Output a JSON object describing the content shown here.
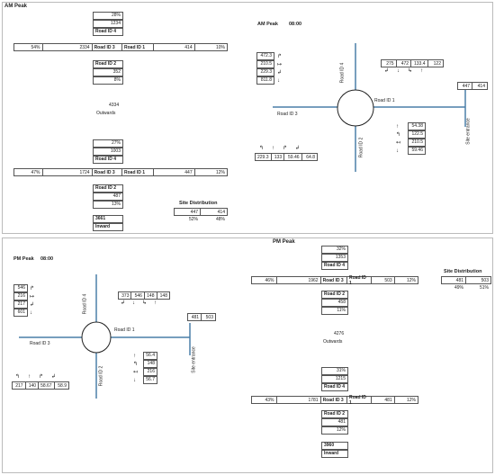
{
  "am": {
    "title": "AM Peak",
    "out": {
      "n4": [
        "28%",
        "1234"
      ],
      "n4_label": "Road ID 4",
      "w": [
        "54%",
        "2334"
      ],
      "w_label": "Road ID 3",
      "e_label": "Road ID 1",
      "e": [
        "414",
        "10%"
      ],
      "s_label": "Road ID 2",
      "s": [
        "352",
        "8%"
      ],
      "total": "4334",
      "total_label": "Outwards"
    },
    "in": {
      "n4": [
        "27%",
        "1003"
      ],
      "n4_label": "Road ID 4",
      "w": [
        "47%",
        "1724"
      ],
      "w_label": "Road ID 3",
      "e_label": "Road ID 1",
      "e": [
        "447",
        "12%"
      ],
      "s_label": "Road ID 2",
      "s": [
        "487",
        "13%"
      ],
      "total": "3661",
      "total_label": "Inward"
    },
    "site": {
      "title": "Site Distribution",
      "vals": [
        "447",
        "414"
      ],
      "pcts": [
        "52%",
        "48%"
      ]
    },
    "map": {
      "title": "AM Peak",
      "time": "08:00",
      "road1": "Road ID 1",
      "road2": "Road ID 2",
      "road3": "Road ID 3",
      "road4": "Road ID 4",
      "site": "Site entrance",
      "west": [
        "472.3",
        "210.5",
        "229.3",
        "811.8"
      ],
      "north": [
        "275",
        "472",
        "133.4",
        "122"
      ],
      "site_vals": [
        "447",
        "414"
      ],
      "east": [
        "54.38",
        "122.5",
        "210.5",
        "59.46"
      ],
      "south": [
        "229.3",
        "133",
        "59.46",
        "64.8"
      ]
    }
  },
  "pm": {
    "map": {
      "title": "PM Peak",
      "time": "08:00",
      "road1": "Road ID 1",
      "road2": "Road ID 2",
      "road3": "Road ID 3",
      "road4": "Road ID 4",
      "site": "Site entrance",
      "west": [
        "546",
        "216",
        "217",
        "601"
      ],
      "north": [
        "373",
        "546",
        "148",
        "148"
      ],
      "site_vals": [
        "481",
        "503"
      ],
      "east": [
        "56.4",
        "148",
        "216",
        "56.7"
      ],
      "south": [
        "217",
        "140",
        "58.67",
        "58.9"
      ]
    },
    "title": "PM Peak",
    "site": {
      "title": "Site Distribution",
      "vals": [
        "481",
        "503"
      ],
      "pcts": [
        "49%",
        "51%"
      ]
    },
    "out": {
      "n4": [
        "32%",
        "1353"
      ],
      "n4_label": "Road ID 4",
      "w": [
        "46%",
        "1962"
      ],
      "w_label": "Road ID 3",
      "e_label": "Road ID 1",
      "e": [
        "503",
        "12%"
      ],
      "s_label": "Road ID 2",
      "s": [
        "458",
        "11%"
      ],
      "total": "4276",
      "total_label": "Outwards"
    },
    "in": {
      "n4": [
        "31%",
        "1215"
      ],
      "n4_label": "Road ID 4",
      "w": [
        "43%",
        "1781"
      ],
      "w_label": "Road ID 3",
      "e_label": "Road ID 1",
      "e": [
        "481",
        "12%"
      ],
      "s_label": "Road ID 2",
      "s": [
        "481",
        "12%"
      ],
      "total": "3960",
      "total_label": "Inward"
    }
  }
}
